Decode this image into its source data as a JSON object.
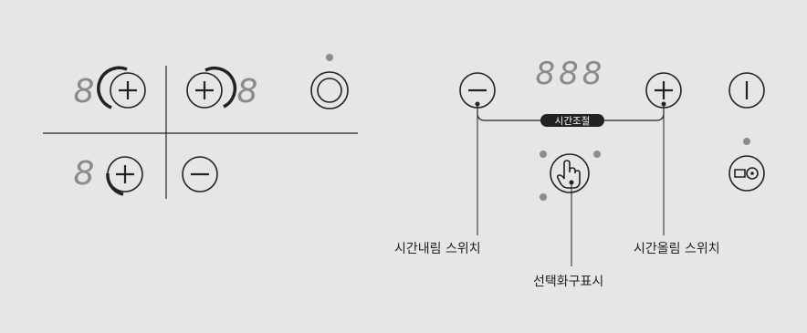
{
  "panel": {
    "background": "#e6e6e6",
    "line_color": "#222222",
    "segment_color": "#8a8a8a",
    "indicator_color": "#8c8c8c"
  },
  "left_hob": {
    "burner_digits": [
      "8",
      "8",
      "8"
    ],
    "icons": [
      "plus-icon",
      "plus-icon",
      "plus-icon",
      "minus-icon",
      "concentric-circle-icon"
    ]
  },
  "right_panel": {
    "timer_digits": "888",
    "timer_badge": "시간조절",
    "icons": [
      "minus-icon",
      "plus-icon",
      "power-icon",
      "touch-hand-icon",
      "key-lock-icon"
    ]
  },
  "callouts": {
    "time_down": "시간내림 스위치",
    "time_up": "시간올림 스위치",
    "select_indicator": "선택화구표시"
  }
}
